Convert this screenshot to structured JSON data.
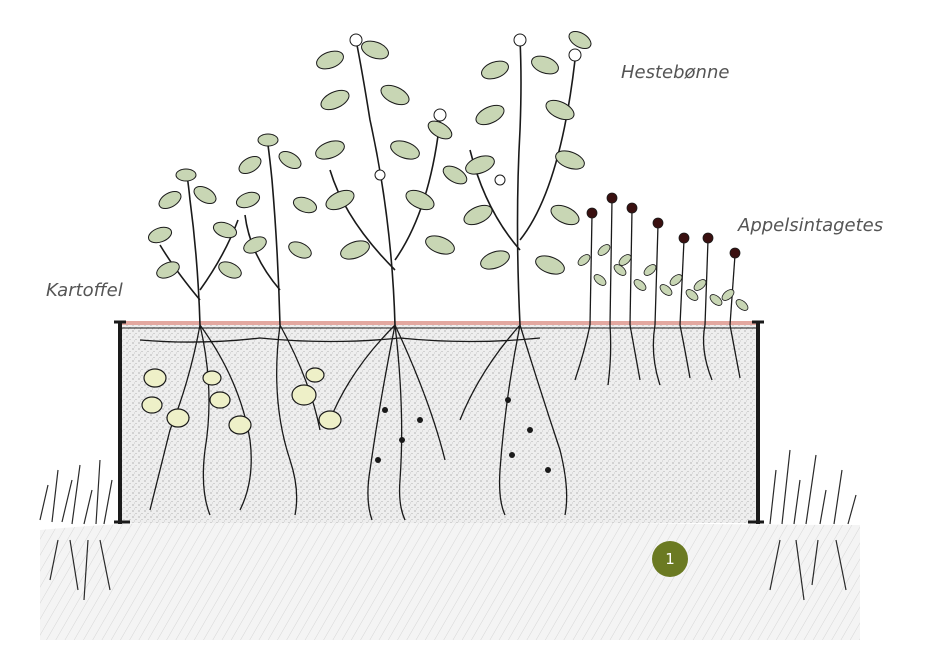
{
  "labels": {
    "kartoffel": "Kartoffel",
    "hestebonne": "Hestebønne",
    "appelsintagetes": "Appelsintagetes"
  },
  "marker": {
    "number": "1",
    "color": "#6b7a22"
  },
  "colors": {
    "leaf_fill": "#c8d6b4",
    "ink": "#1a1a1a",
    "soil": "#e9e9e9",
    "soil_bed": "#dcdcdc",
    "bed_top": "#e3a8a0",
    "tuber": "#eef0c8"
  }
}
